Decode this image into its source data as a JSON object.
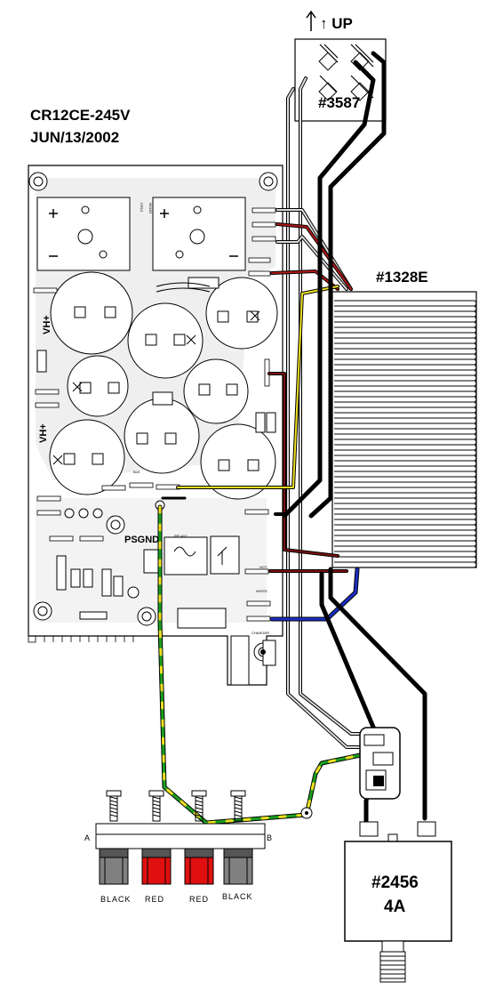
{
  "header": {
    "model": "CR12CE-245V",
    "date": "JUN/13/2002"
  },
  "orientation": "↑ UP",
  "parts": {
    "switch": "#3587",
    "transformer": "#1328E",
    "breaker_line1": "#2456",
    "breaker_line2": "4A"
  },
  "board": {
    "label_psgnd": "PSGND",
    "label_vh1": "VH+",
    "label_vh2": "VH+",
    "label_relay": "RELAY1",
    "label_charger": "CHARGER",
    "label_white": "WHITE",
    "label_hot": "HOT",
    "label_blk": "BLK",
    "label_cr12": "CR12",
    "label_m1183": "M1183"
  },
  "terminals": {
    "group_a": "A",
    "group_b": "B",
    "labels": [
      "BLACK",
      "RED",
      "RED",
      "BLACK"
    ]
  },
  "colors": {
    "red_wire": "#b01818",
    "dark_red_wire": "#7a1010",
    "blue_wire": "#1a2fc0",
    "yellow_wire": "#f0e020",
    "green_wire": "#1aa020",
    "black_wire": "#000000",
    "post_red": "#e01010",
    "post_black": "#808080"
  }
}
